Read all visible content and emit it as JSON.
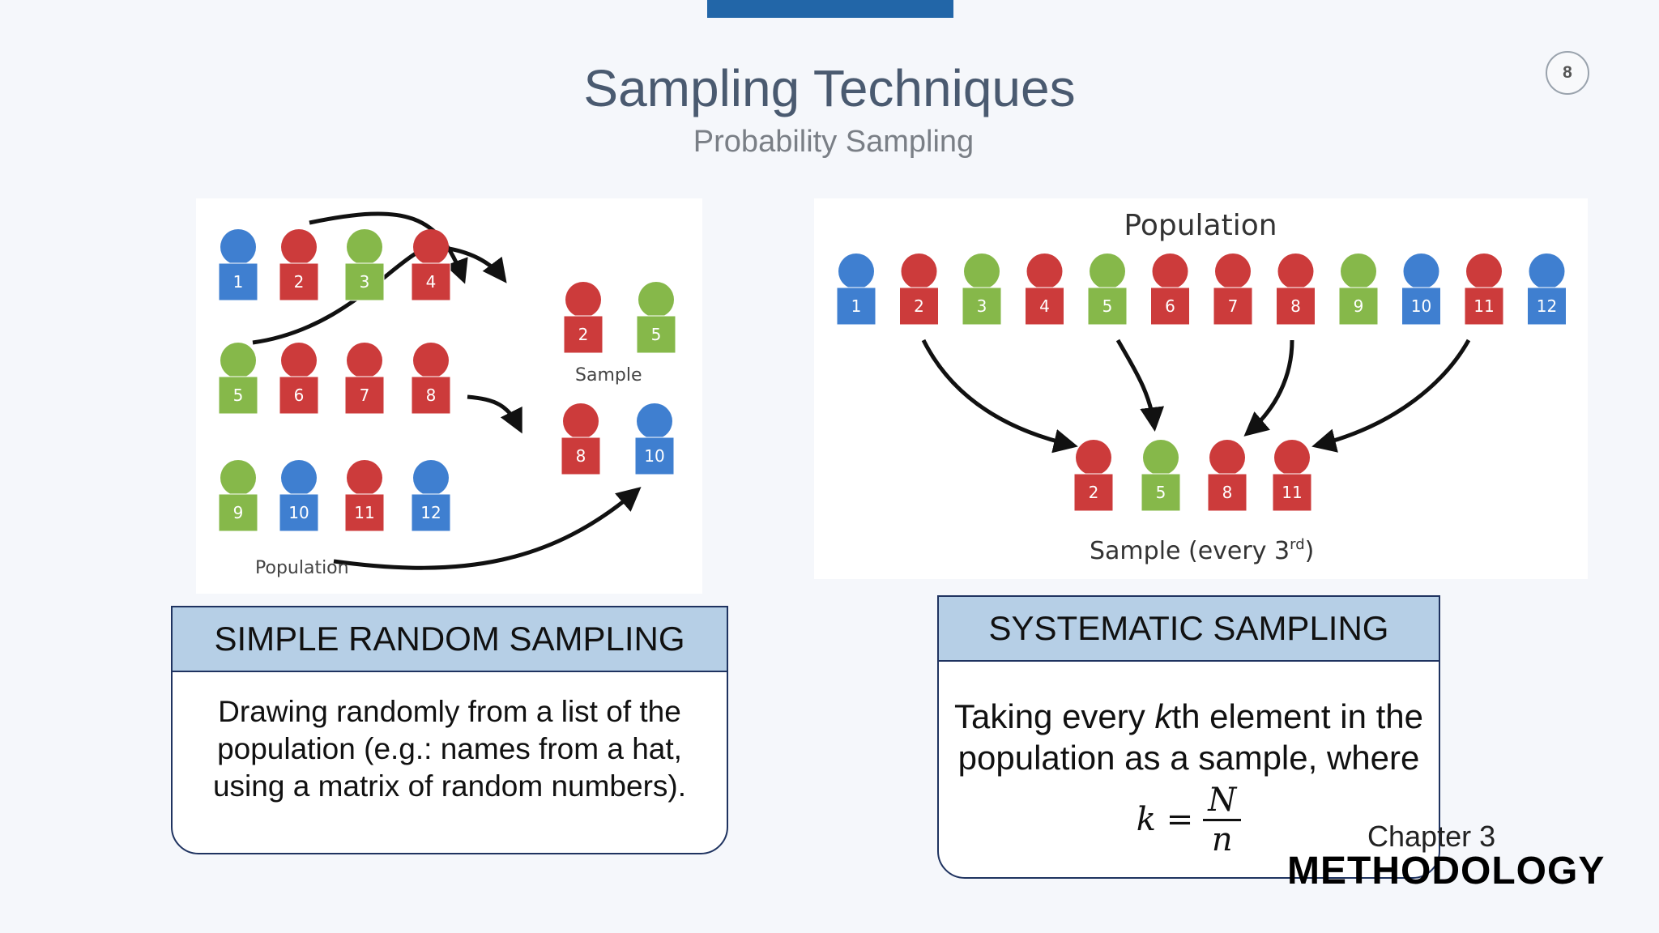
{
  "slide": {
    "title": "Sampling Techniques",
    "subtitle": "Probability Sampling",
    "page_number": "8",
    "accent_color": "#2266a8",
    "chapter": "Chapter 3",
    "chapter_title": "METHODOLOGY"
  },
  "left_figure": {
    "population_label": "Population",
    "sample_label": "Sample",
    "population": [
      {
        "n": "1",
        "color": "blue"
      },
      {
        "n": "2",
        "color": "red"
      },
      {
        "n": "3",
        "color": "green"
      },
      {
        "n": "4",
        "color": "red"
      },
      {
        "n": "5",
        "color": "green"
      },
      {
        "n": "6",
        "color": "red"
      },
      {
        "n": "7",
        "color": "red"
      },
      {
        "n": "8",
        "color": "red"
      },
      {
        "n": "9",
        "color": "green"
      },
      {
        "n": "10",
        "color": "blue"
      },
      {
        "n": "11",
        "color": "red"
      },
      {
        "n": "12",
        "color": "blue"
      }
    ],
    "sample": [
      {
        "n": "2",
        "color": "red"
      },
      {
        "n": "5",
        "color": "green"
      },
      {
        "n": "8",
        "color": "red"
      },
      {
        "n": "10",
        "color": "blue"
      }
    ]
  },
  "right_figure": {
    "population_label": "Population",
    "sample_label": "Sample (every 3",
    "sample_label_sup": "rd",
    "sample_label_end": ")",
    "population": [
      {
        "n": "1",
        "color": "blue"
      },
      {
        "n": "2",
        "color": "red"
      },
      {
        "n": "3",
        "color": "green"
      },
      {
        "n": "4",
        "color": "red"
      },
      {
        "n": "5",
        "color": "green"
      },
      {
        "n": "6",
        "color": "red"
      },
      {
        "n": "7",
        "color": "red"
      },
      {
        "n": "8",
        "color": "red"
      },
      {
        "n": "9",
        "color": "green"
      },
      {
        "n": "10",
        "color": "blue"
      },
      {
        "n": "11",
        "color": "red"
      },
      {
        "n": "12",
        "color": "blue"
      }
    ],
    "sample": [
      {
        "n": "2",
        "color": "red"
      },
      {
        "n": "5",
        "color": "green"
      },
      {
        "n": "8",
        "color": "red"
      },
      {
        "n": "11",
        "color": "red"
      }
    ]
  },
  "cards": {
    "simple": {
      "heading": "SIMPLE RANDOM SAMPLING",
      "line1": "Drawing randomly from a list of the",
      "line2": "population (e.g.: names from a hat,",
      "line3": "using a matrix of random numbers)."
    },
    "systematic": {
      "heading": "SYSTEMATIC SAMPLING",
      "line1_a": "Taking every ",
      "line1_k": "k",
      "line1_b": "th element in the",
      "line2": "population as a sample, where",
      "formula_lhs": "k =",
      "formula_num": "N",
      "formula_den": "n"
    }
  },
  "colors": {
    "blue": "#3f7fd0",
    "red": "#cc3b3b",
    "green": "#86b84a"
  }
}
